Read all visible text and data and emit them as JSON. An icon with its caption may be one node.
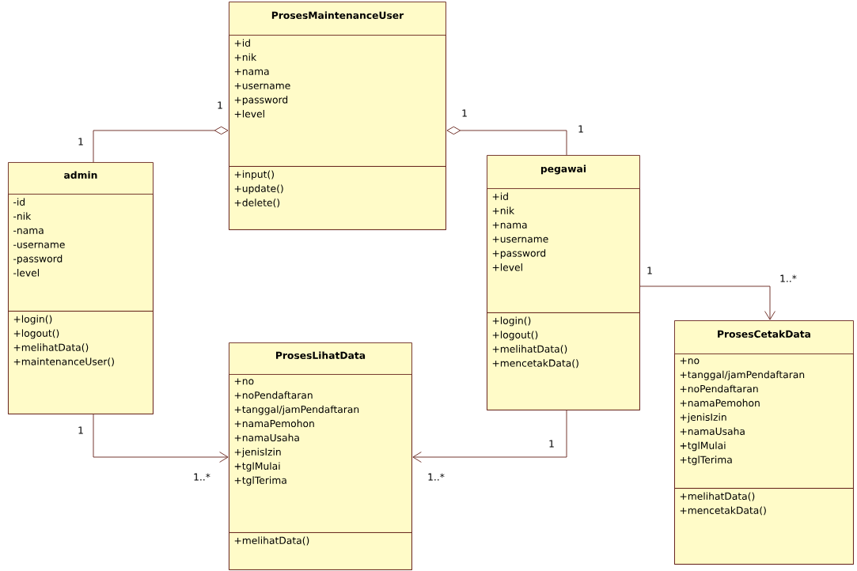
{
  "diagram": {
    "nodes": [
      {
        "text": [
          "ProsesMaintenanceUser"
        ]
      },
      {
        "text": [
          "+id",
          "+nik",
          "+nama",
          "+username",
          "+password",
          "+level"
        ],
        "in": 0
      },
      {
        "text": [
          "+input()",
          "+update()",
          "+delete()"
        ],
        "in": 0
      },
      {
        "text": [
          "admin"
        ]
      },
      {
        "text": [
          "-id",
          "-nik",
          "-nama",
          "-username",
          "-password",
          "-level"
        ],
        "in": 3
      },
      {
        "text": [
          "+login()",
          "+logout()",
          "+melihatData()",
          "+maintenanceUser()"
        ],
        "in": 3
      },
      {
        "text": [
          "pegawai"
        ]
      },
      {
        "text": [
          "+id",
          "+nik",
          "+nama",
          "+username",
          "+password",
          "+level"
        ],
        "in": 6
      },
      {
        "text": [
          "+login()",
          "+logout()",
          "+melihatData()",
          "+mencetakData()"
        ],
        "in": 6
      },
      {
        "text": [
          "ProsesLihatData"
        ]
      },
      {
        "text": [
          "+no",
          "+noPendaftaran",
          "+tanggal/jamPendaftaran",
          "+namaPemohon",
          "+namaUsaha",
          "+jenisIzin",
          "+tglMulai",
          "+tglTerima"
        ],
        "in": 9
      },
      {
        "text": [
          "+melihatData()"
        ],
        "in": 9
      },
      {
        "text": [
          "ProsesCetakData"
        ]
      },
      {
        "text": [
          "+no",
          "+tanggal/jamPendaftaran",
          "+noPendaftaran",
          "+namaPemohon",
          "+jenisIzin",
          "+namaUsaha",
          "+tglMulai",
          "+tglTerima"
        ],
        "in": 12
      },
      {
        "text": [
          "+melihatData()",
          "+mencetakData()"
        ],
        "in": 12
      }
    ],
    "edges": [
      {
        "from": 3,
        "to": 0,
        "arrow": "other"
      },
      {
        "from": 6,
        "to": 0,
        "arrow": "other"
      },
      {
        "from": 6,
        "to": 12,
        "arrow": "to"
      },
      {
        "from": 3,
        "to": 9,
        "arrow": "to"
      },
      {
        "from": 6,
        "to": 9,
        "arrow": "to"
      }
    ],
    "labels": [
      "1",
      "1",
      "1",
      "1",
      "1",
      "1..*",
      "1",
      "1",
      "1..*",
      "1..*"
    ]
  }
}
